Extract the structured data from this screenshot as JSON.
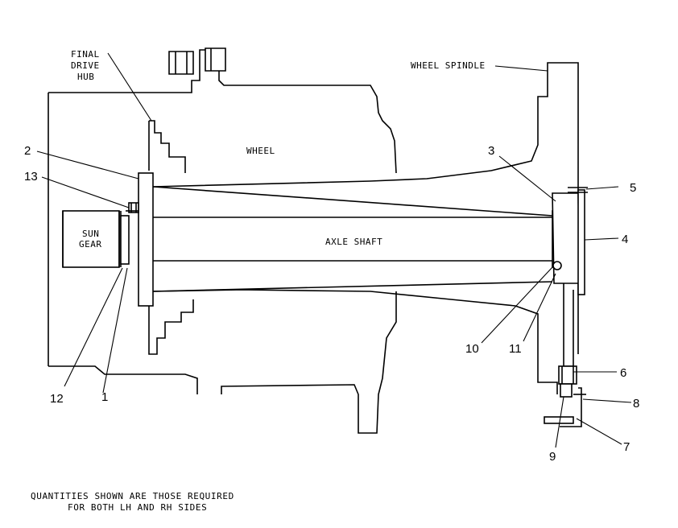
{
  "labels": {
    "final_drive_hub_1": "FINAL",
    "final_drive_hub_2": "DRIVE",
    "final_drive_hub_3": "HUB",
    "wheel_spindle": "WHEEL SPINDLE",
    "wheel": "WHEEL",
    "axle_shaft": "AXLE SHAFT",
    "sun_gear_1": "SUN",
    "sun_gear_2": "GEAR"
  },
  "callouts": {
    "c1": "1",
    "c2": "2",
    "c3": "3",
    "c4": "4",
    "c5": "5",
    "c6": "6",
    "c7": "7",
    "c8": "8",
    "c9": "9",
    "c10": "10",
    "c11": "11",
    "c12": "12",
    "c13": "13"
  },
  "note": {
    "line1": "QUANTITIES SHOWN ARE THOSE REQUIRED",
    "line2": "FOR BOTH LH AND RH SIDES"
  }
}
